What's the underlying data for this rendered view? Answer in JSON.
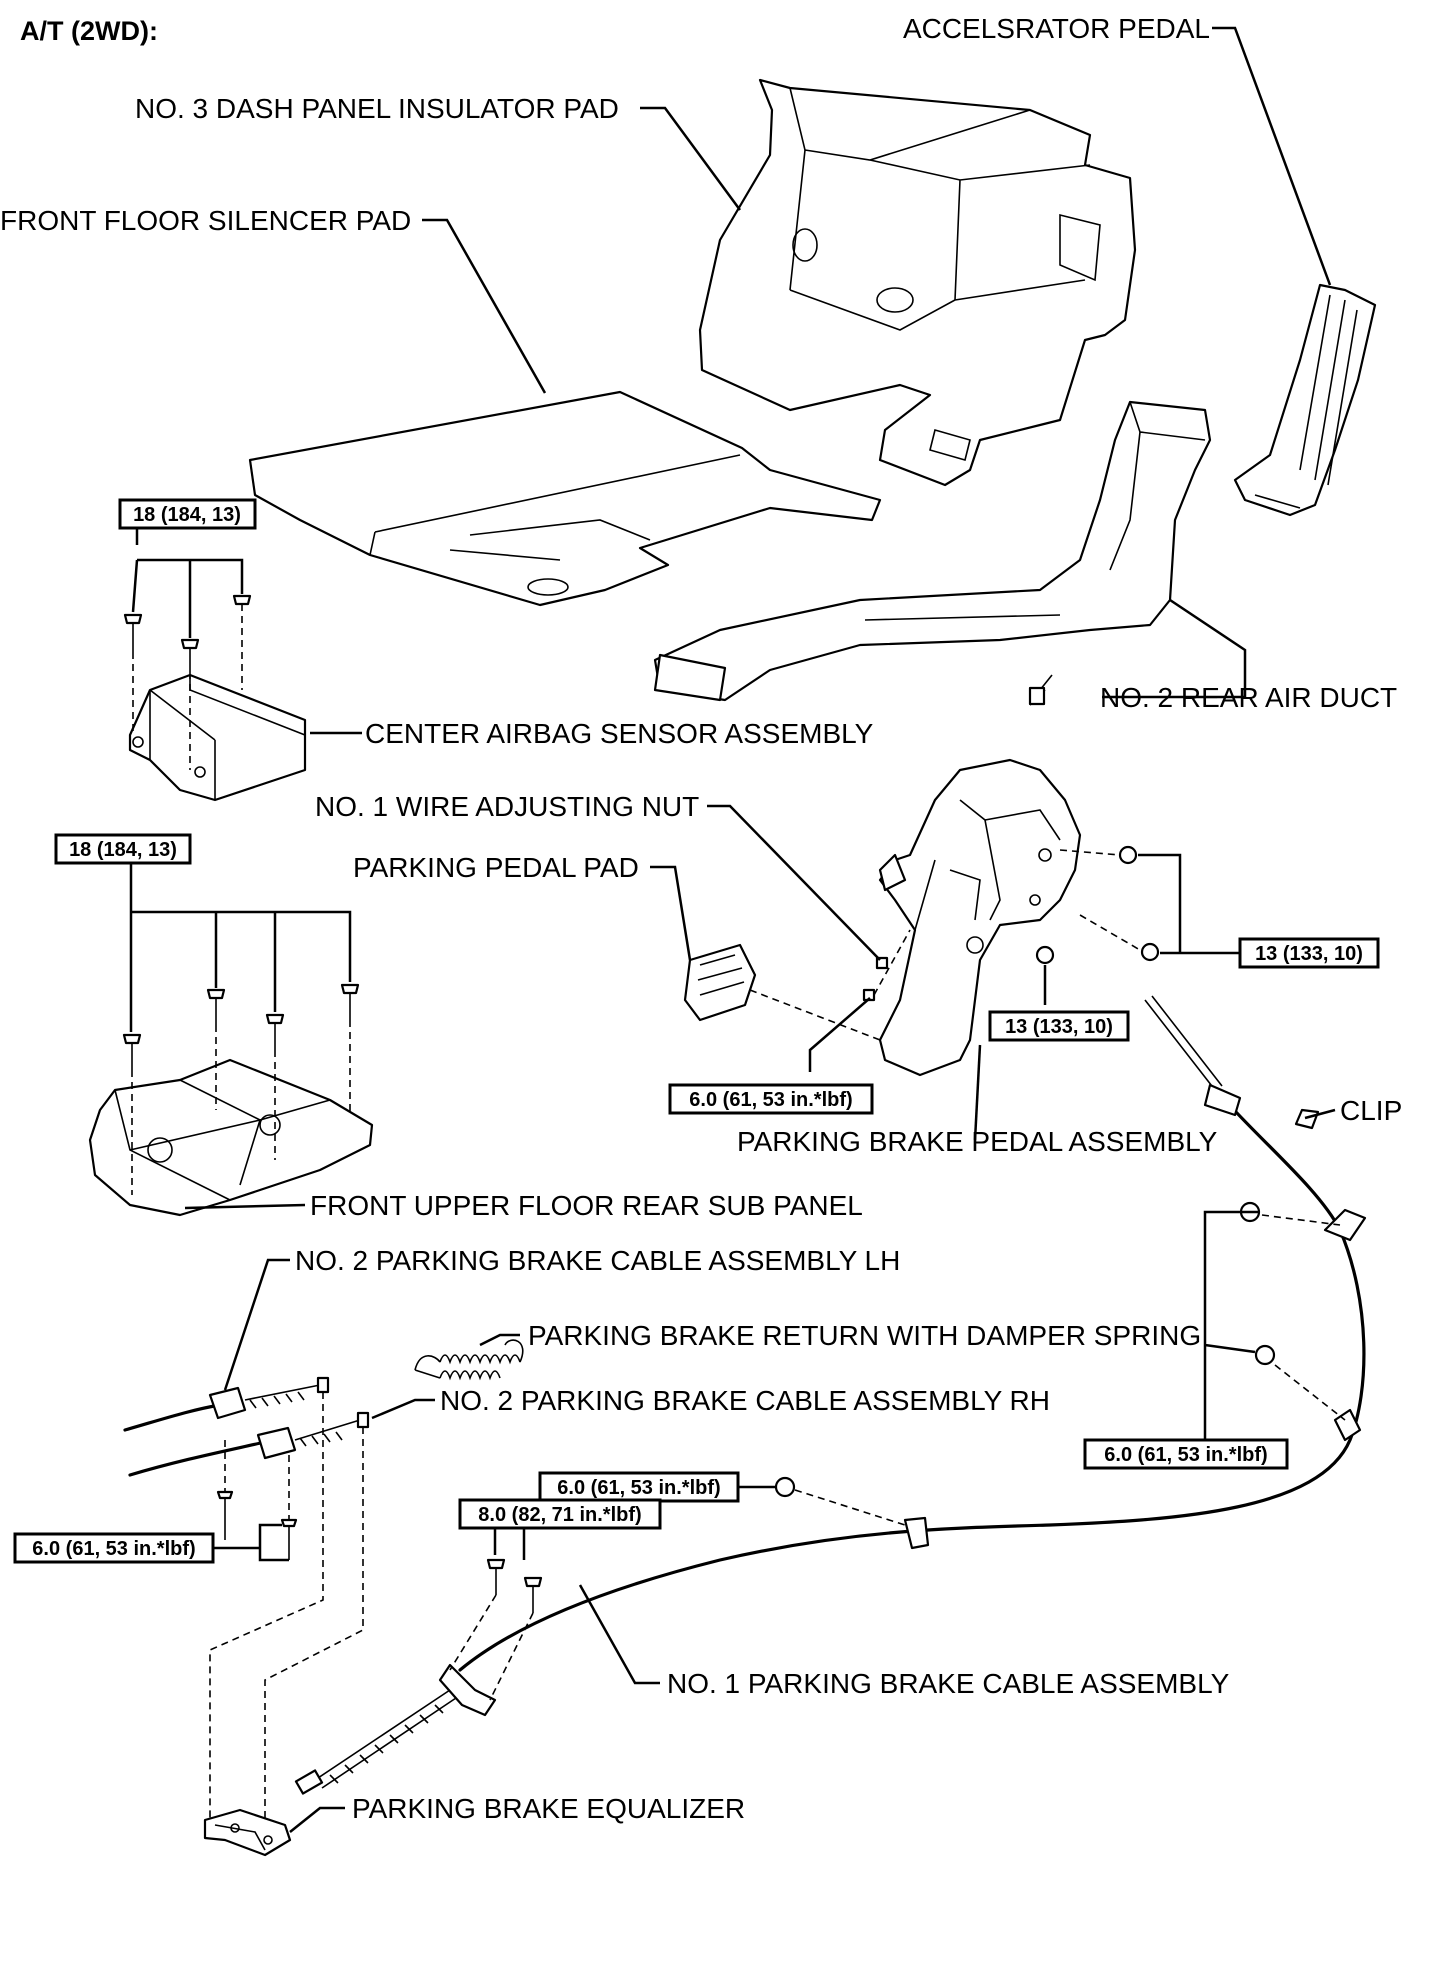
{
  "header": "A/T (2WD):",
  "labels": {
    "accelerator_pedal": "ACCELSRATOR PEDAL",
    "dash_insulator_pad": "NO. 3 DASH PANEL INSULATOR PAD",
    "floor_silencer_pad": "FRONT FLOOR SILENCER PAD",
    "rear_air_duct": "NO. 2 REAR AIR DUCT",
    "airbag_sensor": "CENTER AIRBAG SENSOR ASSEMBLY",
    "wire_adjusting_nut": "NO. 1 WIRE ADJUSTING NUT",
    "pedal_pad": "PARKING PEDAL PAD",
    "brake_pedal_assembly": "PARKING BRAKE PEDAL ASSEMBLY",
    "clip": "CLIP",
    "rear_sub_panel": "FRONT UPPER FLOOR REAR SUB PANEL",
    "cable_lh": "NO. 2 PARKING BRAKE CABLE ASSEMBLY LH",
    "return_spring": "PARKING BRAKE RETURN WITH DAMPER SPRING",
    "cable_rh": "NO. 2 PARKING BRAKE CABLE ASSEMBLY RH",
    "cable_no1": "NO. 1 PARKING BRAKE CABLE ASSEMBLY",
    "equalizer": "PARKING BRAKE EQUALIZER"
  },
  "torques": {
    "airbag_bolts": "18 (184, 13)",
    "sub_panel_bolts": "18 (184, 13)",
    "pedal_nuts_upper": "13 (133, 10)",
    "pedal_nut_lower": "13 (133, 10)",
    "adjusting_nut": "6.0 (61, 53 in.*lbf)",
    "cable_clamp_nuts": "6.0 (61, 53 in.*lbf)",
    "cable_nut_mid": "6.0 (61, 53 in.*lbf)",
    "cable_bolts_mid": "8.0 (82, 71 in.*lbf)",
    "lh_rh_bolts": "6.0 (61, 53 in.*lbf)"
  }
}
